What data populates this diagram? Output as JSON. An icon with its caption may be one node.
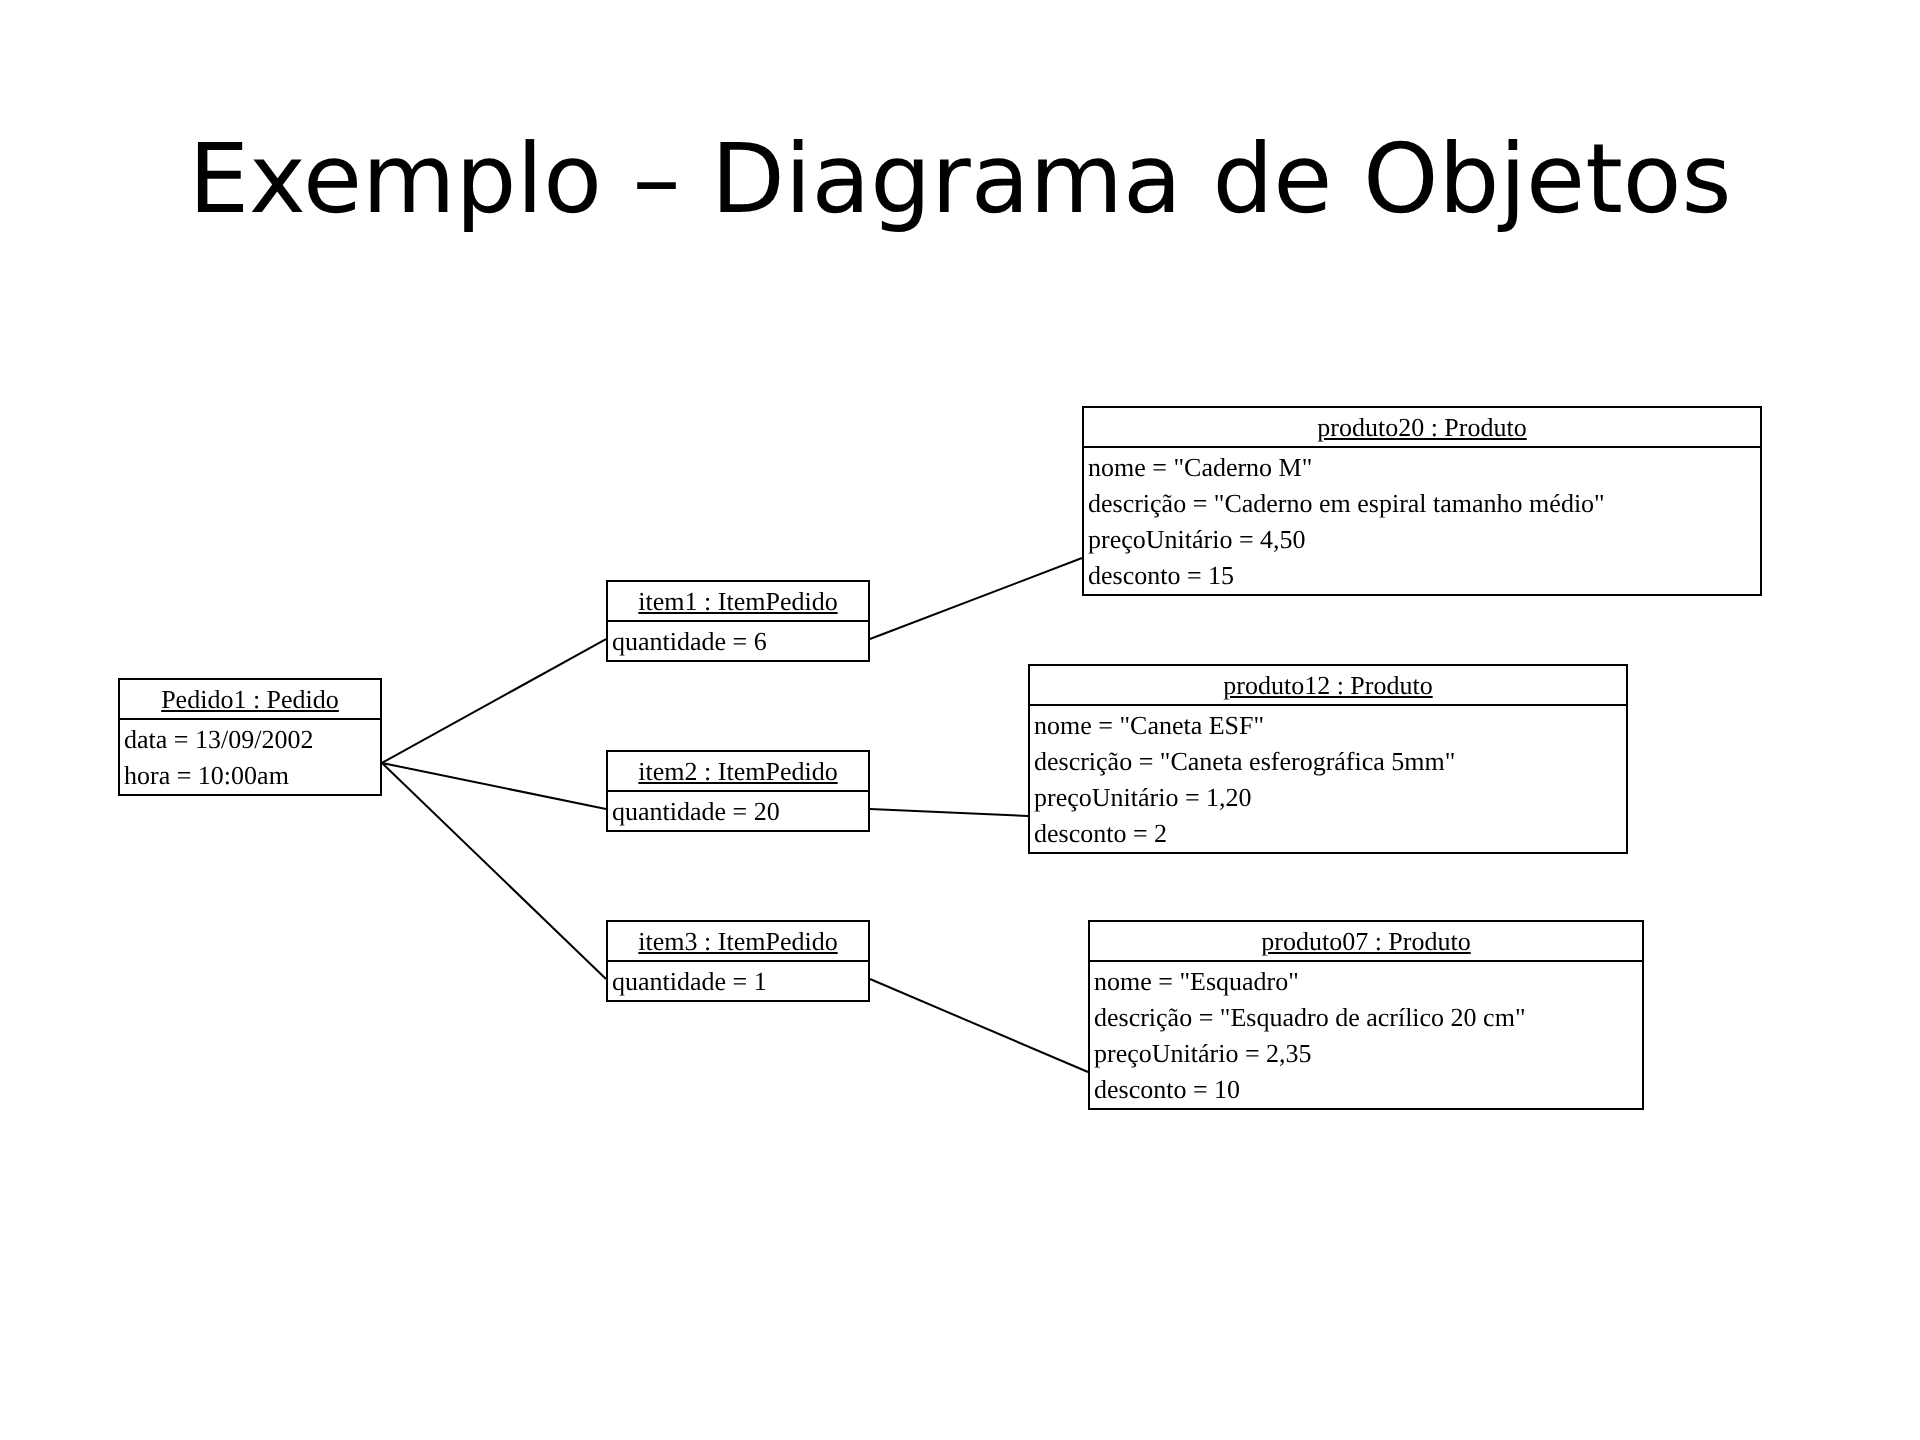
{
  "diagram": {
    "title": "Exemplo – Diagrama de Objetos",
    "nodes": [
      {
        "text": [
          "Pedido1 : Pedido",
          "data = 13/09/2002",
          "hora = 10:00am"
        ]
      },
      {
        "text": [
          "item1 : ItemPedido",
          "quantidade = 6"
        ]
      },
      {
        "text": [
          "item2 : ItemPedido",
          "quantidade = 20"
        ]
      },
      {
        "text": [
          "item3 : ItemPedido",
          "quantidade = 1"
        ]
      },
      {
        "text": [
          "produto20 : Produto",
          "nome = \"Caderno M\"",
          "descrição = \"Caderno em espiral tamanho médio\"",
          "preçoUnitário = 4,50",
          "desconto = 15"
        ]
      },
      {
        "text": [
          "produto12 : Produto",
          "nome = \"Caneta ESF\"",
          "descrição = \"Caneta esferográfica 5mm\"",
          "preçoUnitário = 1,20",
          "desconto = 2"
        ]
      },
      {
        "text": [
          "produto07 : Produto",
          "nome = \"Esquadro\"",
          "descrição = \"Esquadro de acrílico 20 cm\"",
          "preçoUnitário = 2,35",
          "desconto = 10"
        ]
      }
    ],
    "edges": [
      {
        "from": 0,
        "to": 1,
        "arrow": "none"
      },
      {
        "from": 0,
        "to": 2,
        "arrow": "none"
      },
      {
        "from": 0,
        "to": 3,
        "arrow": "none"
      },
      {
        "from": 1,
        "to": 4,
        "arrow": "none"
      },
      {
        "from": 2,
        "to": 5,
        "arrow": "none"
      },
      {
        "from": 3,
        "to": 6,
        "arrow": "none"
      }
    ]
  }
}
